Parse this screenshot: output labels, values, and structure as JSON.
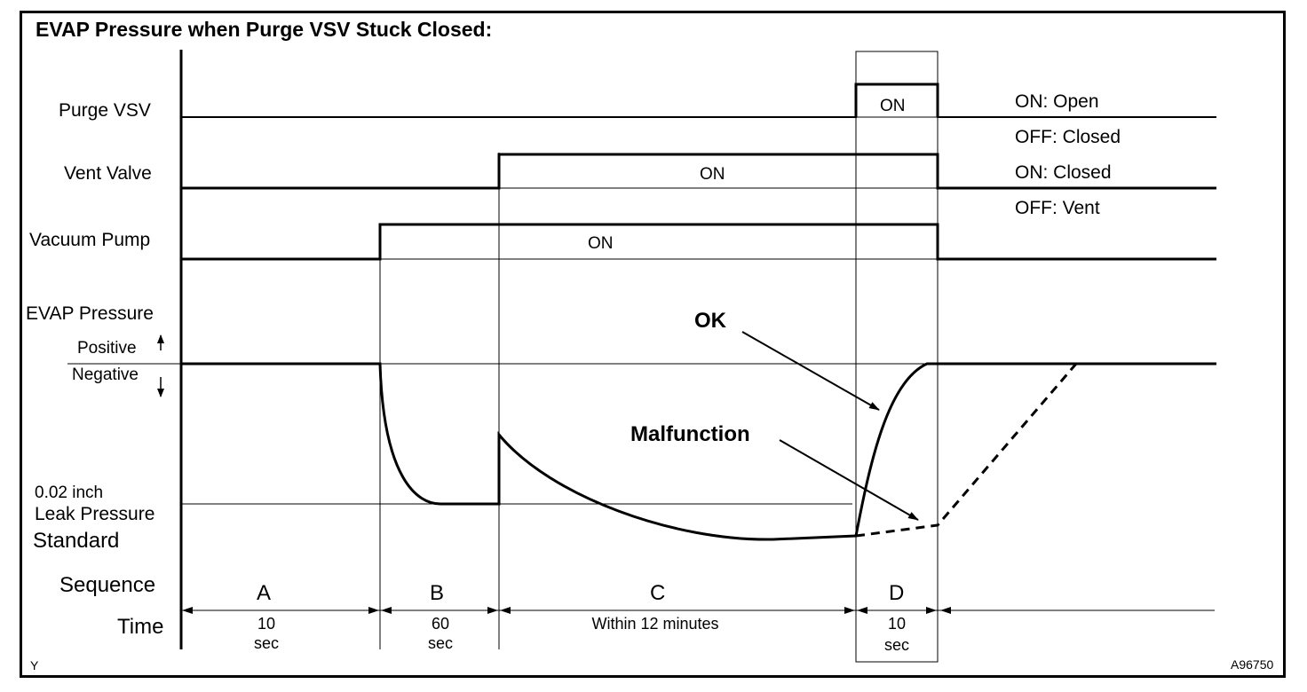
{
  "title": "EVAP Pressure when Purge VSV Stuck Closed:",
  "signals": {
    "purge_vsv": {
      "label": "Purge VSV",
      "on_text": "ON",
      "legend_on": "ON: Open",
      "legend_off": "OFF: Closed"
    },
    "vent_valve": {
      "label": "Vent Valve",
      "on_text": "ON",
      "legend_on": "ON: Closed",
      "legend_off": "OFF: Vent"
    },
    "vacuum_pump": {
      "label": "Vacuum Pump",
      "on_text": "ON"
    }
  },
  "pressure": {
    "label": "EVAP Pressure",
    "positive": "Positive",
    "negative": "Negative",
    "leak_line1": "0.02 inch",
    "leak_line2": "Leak Pressure",
    "leak_line3": "Standard",
    "ok_label": "OK",
    "malfunction_label": "Malfunction"
  },
  "sequence": {
    "label": "Sequence",
    "time_label": "Time",
    "steps": [
      {
        "name": "A",
        "time1": "10",
        "time2": "sec"
      },
      {
        "name": "B",
        "time1": "60",
        "time2": "sec"
      },
      {
        "name": "C",
        "time1": "Within 12 minutes",
        "time2": ""
      },
      {
        "name": "D",
        "time1": "10",
        "time2": "sec"
      }
    ]
  },
  "corner_left": "Y",
  "figure_id": "A96750"
}
